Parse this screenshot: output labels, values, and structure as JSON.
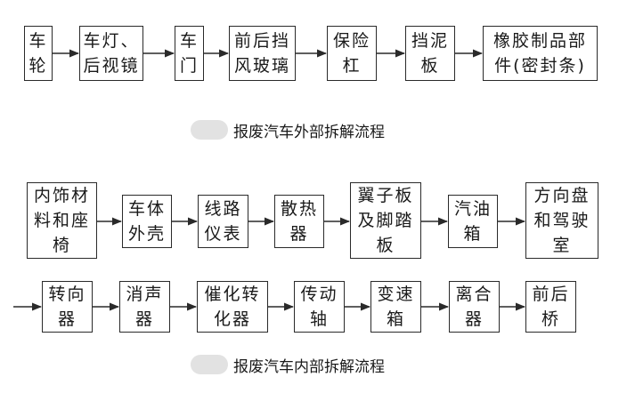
{
  "exterior": {
    "boxes": [
      {
        "lines": [
          "车",
          "轮"
        ]
      },
      {
        "lines": [
          "车灯、",
          "后视镜"
        ]
      },
      {
        "lines": [
          "车",
          "门"
        ]
      },
      {
        "lines": [
          "前后挡",
          "风玻璃"
        ]
      },
      {
        "lines": [
          "保险",
          "杠"
        ]
      },
      {
        "lines": [
          "挡泥",
          "板"
        ]
      },
      {
        "lines": [
          "橡胶制品部",
          "件(密封条)"
        ]
      }
    ],
    "caption": "报废汽车外部拆解流程"
  },
  "interior": {
    "row1": [
      {
        "lines": [
          "内饰材",
          "料和座",
          "椅"
        ]
      },
      {
        "lines": [
          "车体",
          "外壳"
        ]
      },
      {
        "lines": [
          "线路",
          "仪表"
        ]
      },
      {
        "lines": [
          "散热",
          "器"
        ]
      },
      {
        "lines": [
          "翼子板",
          "及脚踏",
          "板"
        ]
      },
      {
        "lines": [
          "汽油",
          "箱"
        ]
      },
      {
        "lines": [
          "方向盘",
          "和驾驶",
          "室"
        ]
      }
    ],
    "row2": [
      {
        "lines": [
          "转向",
          "器"
        ]
      },
      {
        "lines": [
          "消声",
          "器"
        ]
      },
      {
        "lines": [
          "催化转",
          "化器"
        ]
      },
      {
        "lines": [
          "传动",
          "轴"
        ]
      },
      {
        "lines": [
          "变速",
          "箱"
        ]
      },
      {
        "lines": [
          "离合",
          "器"
        ]
      },
      {
        "lines": [
          "前后",
          "桥"
        ]
      }
    ],
    "caption": "报废汽车内部拆解流程"
  }
}
